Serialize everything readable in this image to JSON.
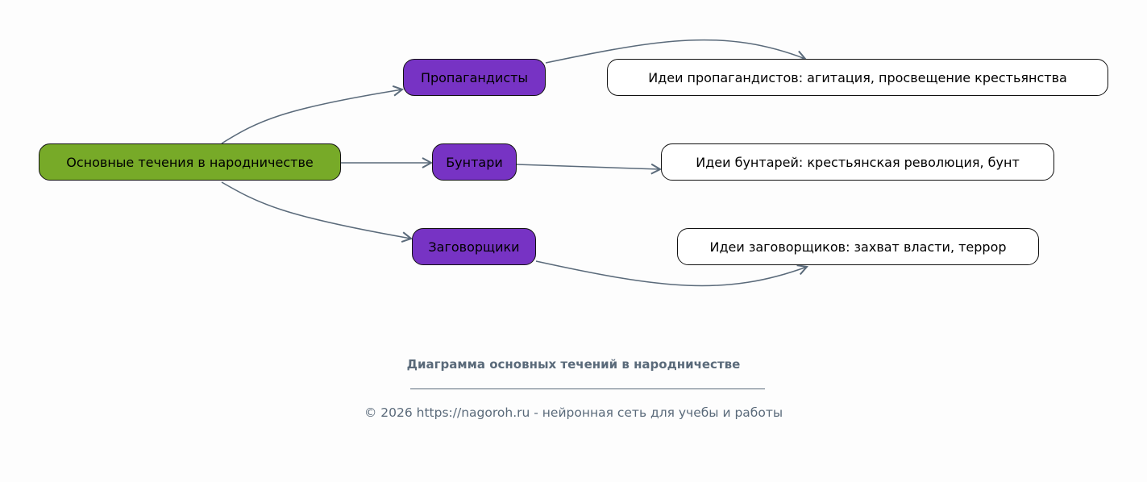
{
  "colors": {
    "root": "#77aa28",
    "branch": "#7733c4",
    "idea": "#ffffff",
    "edge": "#5a6a7a"
  },
  "root": {
    "label": "Основные течения в народничестве"
  },
  "branches": [
    {
      "label": "Пропагандисты",
      "idea": "Идеи пропагандистов: агитация, просвещение крестьянства"
    },
    {
      "label": "Бунтари",
      "idea": "Идеи бунтарей: крестьянская революция, бунт"
    },
    {
      "label": "Заговорщики",
      "idea": "Идеи заговорщиков: захват власти, террор"
    }
  ],
  "caption": {
    "title": "Диаграмма основных течений в народничестве",
    "footer": "© 2026 https://nagoroh.ru - нейронная сеть для учебы и работы"
  }
}
